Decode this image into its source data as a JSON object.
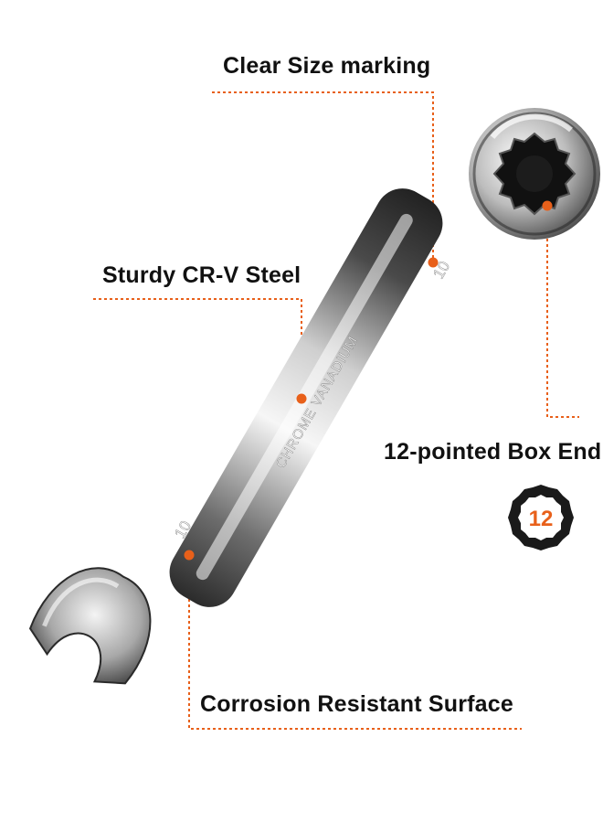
{
  "callouts": {
    "size_marking": "Clear Size marking",
    "steel": "Sturdy CR-V Steel",
    "box_end": "12-pointed Box End",
    "surface": "Corrosion Resistant Surface"
  },
  "badge": {
    "number": "12"
  },
  "wrench": {
    "material_stamp": "CHROME VANADIUM",
    "size_stamp_box_end": "10",
    "size_stamp_open_end": "10"
  },
  "colors": {
    "accent": "#e8601a",
    "badge_fill": "#1a1a1a",
    "chrome_dark": "#3a3a3a",
    "chrome_light": "#f4f4f4"
  },
  "icons": [
    "combination-wrench",
    "twelve-point-badge-icon"
  ]
}
